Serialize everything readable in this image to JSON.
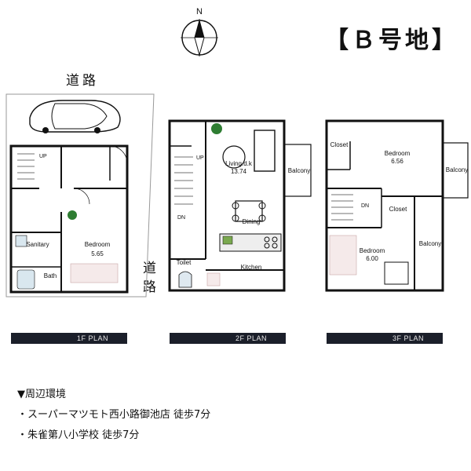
{
  "compass": {
    "north_label": "N"
  },
  "lot_title": "【Ｂ号地】",
  "roads": {
    "top": "道路",
    "side": "道路"
  },
  "floors": [
    {
      "bar_label": "1F PLAN",
      "rooms": {
        "up": "UP",
        "sanitary": "Sanitary",
        "bath": "Bath",
        "bedroom": "Bedroom",
        "bedroom_size": "5.65"
      }
    },
    {
      "bar_label": "2F PLAN",
      "rooms": {
        "up": "UP",
        "dn": "DN",
        "living": "Living.d.k",
        "living_size": "13.74",
        "dining": "Dining",
        "kitchen": "Kitchen",
        "toilet": "Toilet",
        "balcony": "Balcony"
      }
    },
    {
      "bar_label": "3F PLAN",
      "rooms": {
        "closet1": "Closet",
        "bedroom1": "Bedroom",
        "bedroom1_size": "6.56",
        "balcony1": "Balcony",
        "dn": "DN",
        "closet2": "Closet",
        "bedroom2": "Bedroom",
        "bedroom2_size": "6.00",
        "balcony2": "Balcony"
      }
    }
  ],
  "environment": {
    "heading": "▼周辺環境",
    "items": [
      "・スーパーマツモト西小路御池店 徒歩7分",
      "・朱雀第八小学校 徒歩7分"
    ]
  }
}
